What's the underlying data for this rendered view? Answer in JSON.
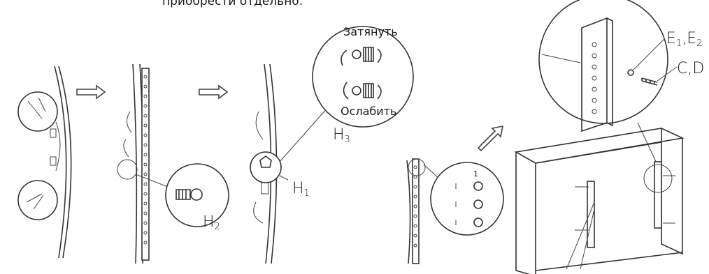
{
  "caption_top": "приобрести отдельно.",
  "labels": {
    "tighten": "Затянуть",
    "loosen": "Ослабить",
    "h1_letter": "H",
    "h1_sub": "1",
    "h2_letter": "H",
    "h2_sub": "2",
    "h3_letter": "H",
    "h3_sub": "3",
    "e_letter1": "E",
    "e_sub1": "1",
    "e_comma": ",",
    "e_letter2": "E",
    "e_sub2": "2",
    "cd": "C,D",
    "hole_number": "1"
  },
  "colors": {
    "line": "#333333",
    "background": "#ffffff"
  }
}
